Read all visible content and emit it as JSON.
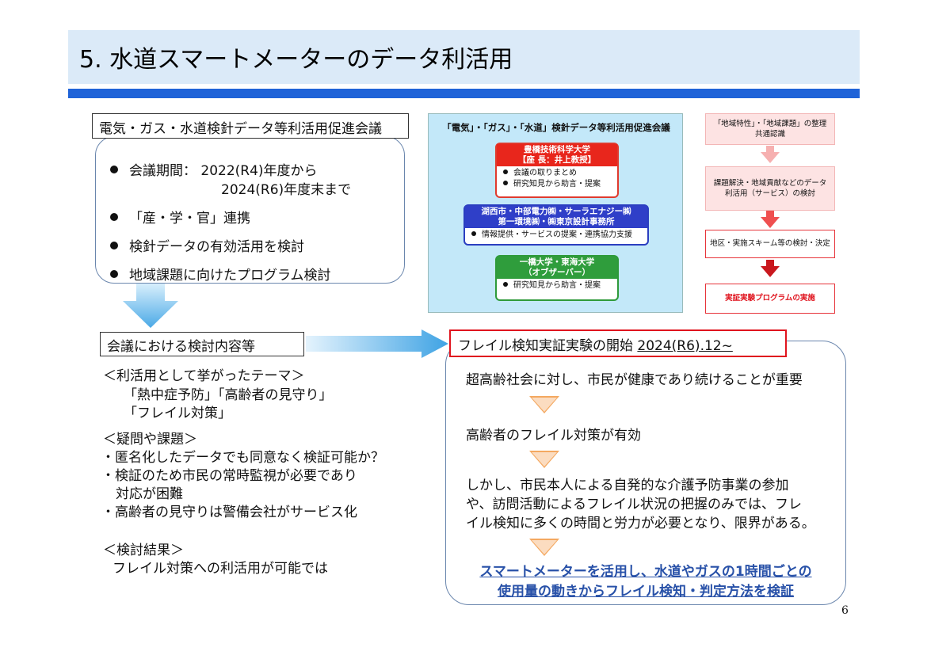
{
  "title": "5. 水道スマートメーターのデータ利活用",
  "council": {
    "label": "電気・ガス・水道検針データ等利活用促進会議",
    "bullets": [
      {
        "line1": "会議期間：  2022(R4)年度から",
        "line2": "2024(R6)年度末まで"
      },
      {
        "line1": "「産・学・官」連携"
      },
      {
        "line1": "検針データの有効活用を検討"
      },
      {
        "line1": "地域課題に向けたプログラム検討"
      }
    ]
  },
  "discussion": {
    "label": "会議における検討内容等",
    "themes_heading": "＜利活用として挙がったテーマ＞",
    "themes": [
      "「熱中症予防」「高齢者の見守り」",
      "「フレイル対策」"
    ],
    "issues_heading": "＜疑問や課題＞",
    "issues": [
      "・匿名化したデータでも同意なく検証可能か？",
      "・検証のため市民の常時監視が必要であり",
      "対応が困難",
      "・高齢者の見守りは警備会社がサービス化"
    ],
    "result_heading": "＜検討結果＞",
    "result": "フレイル対策への利活用が可能では"
  },
  "diagram": {
    "title": "「電気」・「ガス」・「水道」検針データ等利活用促進会議",
    "orgs": [
      {
        "head1": "豊橋技術科学大学",
        "head2": "【座 長：井上教授】",
        "items": [
          "会議の取りまとめ",
          "研究知見から助言・提案"
        ]
      },
      {
        "head1": "湖西市・中部電力㈱・サーラエナジー㈱",
        "head2": "第一環境㈱・㈱東京設計事務所",
        "items": [
          "情報提供・サービスの提案・連携協力支援"
        ]
      },
      {
        "head1": "一橋大学・東海大学",
        "head2": "（オブザーバー）",
        "items": [
          "研究知見から助言・提案"
        ]
      }
    ]
  },
  "flow": {
    "steps": [
      {
        "line1": "「地域特性」・「地域課題」の整理",
        "line2": "共通認識"
      },
      {
        "line1": "課題解決・地域貢献などのデータ",
        "line2": "利活用（サービス）の検討"
      },
      {
        "line1": "地区・実施スキーム等の検討・決定"
      },
      {
        "line1": "実証実験プログラムの実施"
      }
    ]
  },
  "frail": {
    "label_prefix": "フレイル検知実証実験の開始 ",
    "label_date": "2024(R6).12~",
    "statements": [
      "超高齢社会に対し、市民が健康であり続けることが重要",
      "高齢者のフレイル対策が有効"
    ],
    "limitation": [
      "しかし、市民本人による自発的な介護予防事業の参加",
      "や、訪問活動によるフレイル状況の把握のみでは、フレ",
      "イル検知に多くの時間と労力が必要となり、限界がある。"
    ],
    "conclusion": [
      "スマートメーターを活用し、水道やガスの1時間ごとの",
      "使用量の動きからフレイル検知・判定方法を検証"
    ]
  },
  "page_number": "6",
  "colors": {
    "title_band": "#dbeaf8",
    "title_rule": "#1f63d8",
    "highlight_red": "#e0141e",
    "conclusion_blue": "#2851a8",
    "arrow_blue": "#5bb4ea",
    "diagram_bg": "#c3e8f9"
  }
}
